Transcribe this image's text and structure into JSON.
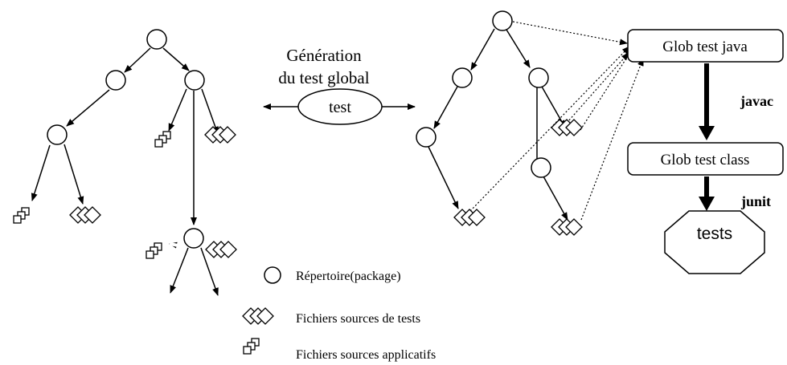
{
  "generation_label": {
    "line1": "Génération",
    "line2": "du test global"
  },
  "test_node": "test",
  "boxes": {
    "glob_java": "Glob test java",
    "glob_class": "Glob test class",
    "tests": "tests"
  },
  "arrow_labels": {
    "javac": "javac",
    "junit": "junit"
  },
  "legend": {
    "package": "Répertoire(package)",
    "test_sources": "Fichiers sources de tests",
    "app_sources": "Fichiers sources applicatifs"
  },
  "icons": {
    "package": "circle-icon",
    "test_sources": "triple-diamond-icon",
    "app_sources": "stacked-squares-icon"
  }
}
